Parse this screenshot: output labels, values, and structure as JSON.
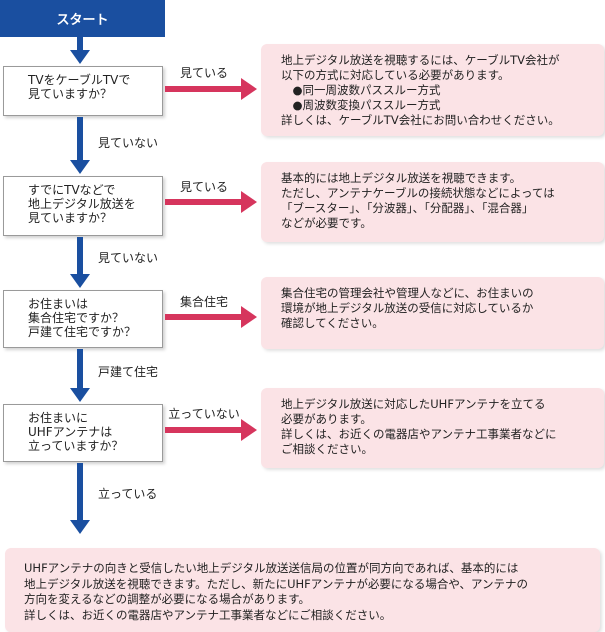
{
  "start": {
    "label": "スタート"
  },
  "questions": [
    {
      "text": "TVをケーブルTVで\n見ていますか？"
    },
    {
      "text": "すでにTVなどで\n地上デジタル放送を\n見ていますか？"
    },
    {
      "text": "お住まいは\n集合住宅ですか？\n戸建て住宅ですか？"
    },
    {
      "text": "お住まいに\nUHFアンテナは\n立っていますか？"
    }
  ],
  "branch_labels": {
    "yes": [
      "見ている",
      "見ている",
      "集合住宅",
      "立っていない"
    ],
    "down": [
      "見ていない",
      "見ていない",
      "戸建て住宅",
      "立っている"
    ]
  },
  "answers": [
    {
      "text": "地上デジタル放送を視聴するには、ケーブルTV会社が\n以下の方式に対応している必要があります。\n　●同一周波数パススルー方式\n　●周波数変換パススルー方式\n詳しくは、ケーブルTV会社にお問い合わせください。"
    },
    {
      "text": "基本的には地上デジタル放送を視聴できます。\nただし、アンテナケーブルの接続状態などによっては\n「ブースター」、「分波器」、「分配器」、「混合器」\nなどが必要です。"
    },
    {
      "text": "集合住宅の管理会社や管理人などに、お住まいの\n環境が地上デジタル放送の受信に対応しているか\n確認してください。"
    },
    {
      "text": "地上デジタル放送に対応したUHFアンテナを立てる\n必要があります。\n詳しくは、お近くの電器店やアンテナ工事業者などに\nご相談ください。"
    }
  ],
  "final": {
    "text": "UHFアンテナの向きと受信したい地上デジタル放送送信局の位置が同方向であれば、基本的には\n地上デジタル放送を視聴できます。ただし、新たにUHFアンテナが必要になる場合や、アンテナの\n方向を変えるなどの調整が必要になる場合があります。\n詳しくは、お近くの電器店やアンテナ工事業者などにご相談ください。"
  },
  "colors": {
    "flow_blue": "#1a4fa0",
    "yes_arrow": "#d6355d",
    "answer_bg": "#fbe3e6"
  }
}
